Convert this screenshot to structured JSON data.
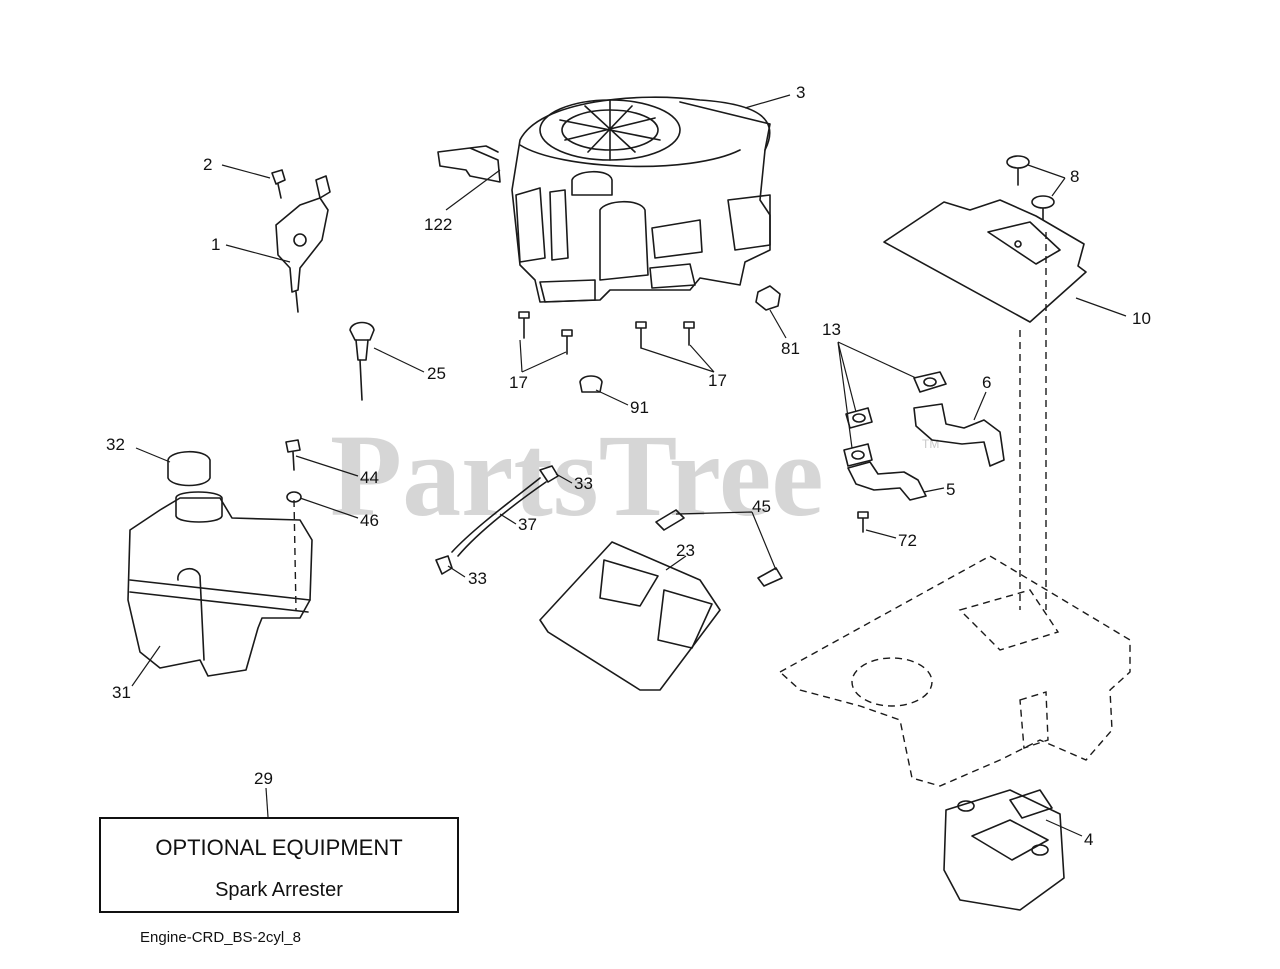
{
  "watermark": {
    "text": "PartsTree",
    "tm": "TM"
  },
  "callouts": [
    {
      "id": "c3",
      "text": "3"
    },
    {
      "id": "c2",
      "text": "2"
    },
    {
      "id": "c1",
      "text": "1"
    },
    {
      "id": "c122",
      "text": "122"
    },
    {
      "id": "c8",
      "text": "8"
    },
    {
      "id": "c10",
      "text": "10"
    },
    {
      "id": "c81",
      "text": "81"
    },
    {
      "id": "c25",
      "text": "25"
    },
    {
      "id": "c17a",
      "text": "17"
    },
    {
      "id": "c17b",
      "text": "17"
    },
    {
      "id": "c91",
      "text": "91"
    },
    {
      "id": "c13",
      "text": "13"
    },
    {
      "id": "c6",
      "text": "6"
    },
    {
      "id": "c5",
      "text": "5"
    },
    {
      "id": "c72",
      "text": "72"
    },
    {
      "id": "c32",
      "text": "32"
    },
    {
      "id": "c44",
      "text": "44"
    },
    {
      "id": "c46",
      "text": "46"
    },
    {
      "id": "c33a",
      "text": "33"
    },
    {
      "id": "c37",
      "text": "37"
    },
    {
      "id": "c33b",
      "text": "33"
    },
    {
      "id": "c45",
      "text": "45"
    },
    {
      "id": "c23",
      "text": "23"
    },
    {
      "id": "c31",
      "text": "31"
    },
    {
      "id": "c29",
      "text": "29"
    },
    {
      "id": "c4",
      "text": "4"
    }
  ],
  "optional_box": {
    "title": "OPTIONAL EQUIPMENT",
    "subtitle": "Spark Arrester"
  },
  "footer": {
    "label": "Engine-CRD_BS-2cyl_8"
  }
}
